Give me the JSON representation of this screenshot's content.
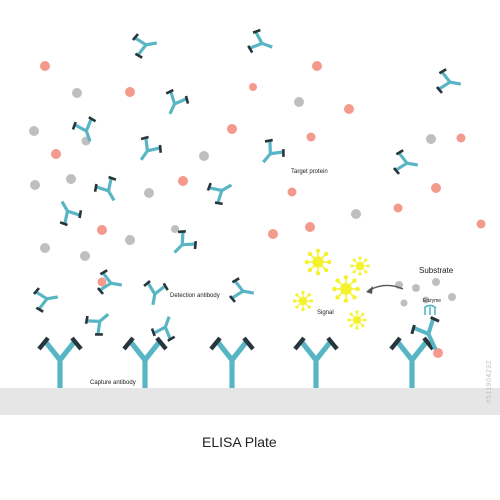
{
  "labels": {
    "target_protein": "Target protein",
    "detection_antibody": "Detection antibody",
    "capture_antibody": "Capture antibody",
    "substrate": "Substrate",
    "enzyme": "Enzyme",
    "signal": "Signal",
    "plate": "ELISA Plate",
    "stock_id": "#511904292"
  },
  "colors": {
    "antibody_heavy": "#58b6c4",
    "antibody_light": "#27363c",
    "antigen": "#f39a8c",
    "substrate_particle": "#bfbfbf",
    "signal": "#f4f22c",
    "plate": "#e6e6e6"
  }
}
